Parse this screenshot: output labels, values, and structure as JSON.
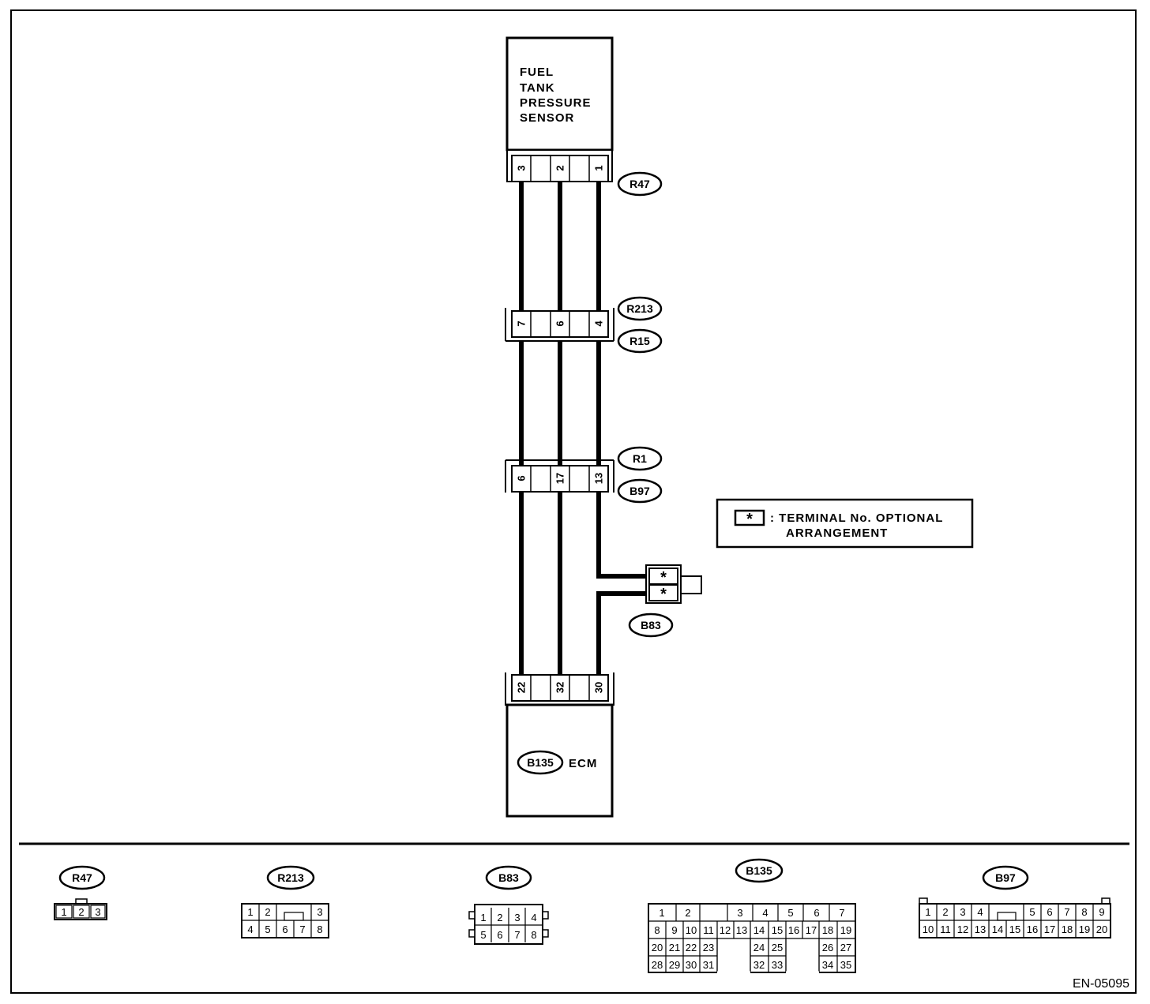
{
  "diagram": {
    "figure_code": "EN-05095",
    "sensor": {
      "label_lines": [
        "FUEL",
        "TANK",
        "PRESSURE",
        "SENSOR"
      ]
    },
    "ecm": {
      "label": "ECM",
      "connector": "B135"
    },
    "connectors": {
      "r47": {
        "name": "R47",
        "pins": [
          "3",
          "2",
          "1"
        ]
      },
      "r213": {
        "name": "R213",
        "pins": [
          "7",
          "6",
          "4"
        ]
      },
      "r15": {
        "name": "R15"
      },
      "r1": {
        "name": "R1",
        "pins": [
          "6",
          "17",
          "13"
        ]
      },
      "b97": {
        "name": "B97"
      },
      "b83": {
        "name": "B83",
        "pins": [
          "*",
          "*"
        ]
      },
      "b135": {
        "name": "B135",
        "pins": [
          "22",
          "32",
          "30"
        ]
      }
    },
    "note": {
      "symbol": "*",
      "line1": ": TERMINAL No. OPTIONAL",
      "line2": "ARRANGEMENT"
    },
    "faces": {
      "r47": {
        "title": "R47",
        "cells": [
          "1",
          "2",
          "3"
        ]
      },
      "r213": {
        "title": "R213",
        "rows": [
          [
            "1",
            "2",
            "",
            "3"
          ],
          [
            "4",
            "5",
            "6",
            "7",
            "8"
          ]
        ]
      },
      "b83": {
        "title": "B83",
        "rows": [
          [
            "1",
            "2",
            "3",
            "4"
          ],
          [
            "5",
            "6",
            "7",
            "8"
          ]
        ]
      },
      "b135": {
        "title": "B135",
        "rows": [
          [
            "1",
            "2",
            "3",
            "4",
            "5",
            "6",
            "7"
          ],
          [
            "8",
            "9",
            "10",
            "11",
            "12",
            "13",
            "14",
            "15",
            "16",
            "17",
            "18",
            "19"
          ],
          [
            "20",
            "21",
            "22",
            "23",
            "24",
            "25",
            "26",
            "27"
          ],
          [
            "28",
            "29",
            "30",
            "31",
            "32",
            "33",
            "34",
            "35"
          ]
        ]
      },
      "b97": {
        "title": "B97",
        "rows": [
          [
            "1",
            "2",
            "3",
            "4",
            "5",
            "6",
            "7",
            "8",
            "9"
          ],
          [
            "10",
            "11",
            "12",
            "13",
            "14",
            "15",
            "16",
            "17",
            "18",
            "19",
            "20"
          ]
        ]
      }
    }
  }
}
